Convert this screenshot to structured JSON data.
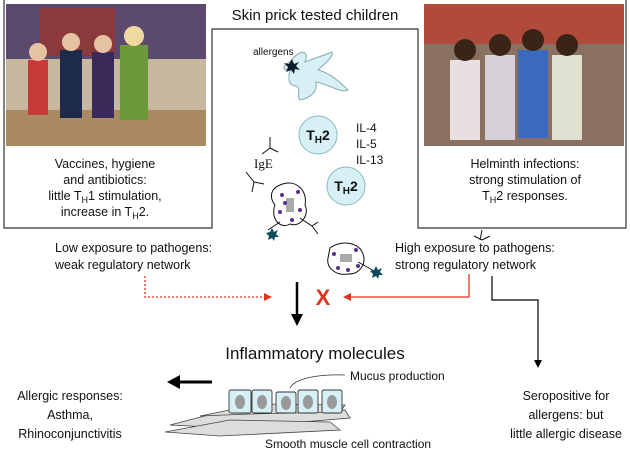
{
  "title": "Skin prick tested children",
  "left_caption": [
    "Vaccines, hygiene",
    "and antibiotics:",
    "little T",
    "H",
    "1 stimulation,",
    "increase in T",
    "H",
    "2."
  ],
  "right_caption": [
    "Helminth infections:",
    "strong stimulation of",
    "T",
    "H",
    "2 responses."
  ],
  "center": {
    "allergens": "allergens",
    "th2_main": "T",
    "th2_sub": "H",
    "th2_num": "2",
    "ige": "IgE",
    "cytokines": [
      "IL-4",
      "IL-5",
      "IL-13"
    ]
  },
  "low_exposure": [
    "Low exposure to pathogens:",
    "weak regulatory network"
  ],
  "high_exposure": [
    "High exposure to pathogens:",
    "strong regulatory network"
  ],
  "block_mark": "X",
  "inflammatory": "Inflammatory molecules",
  "mucus": "Mucus production",
  "smooth_muscle": "Smooth muscle cell contraction",
  "allergic": [
    "Allergic responses:",
    "Asthma,",
    "Rhinoconjunctivitis"
  ],
  "seropositive": [
    "Seropositive for",
    "allergens: but",
    "little allergic disease"
  ],
  "colors": {
    "red": "#e0341c",
    "cell_blue": "#d6f0f6",
    "purple": "#5a2d91"
  }
}
